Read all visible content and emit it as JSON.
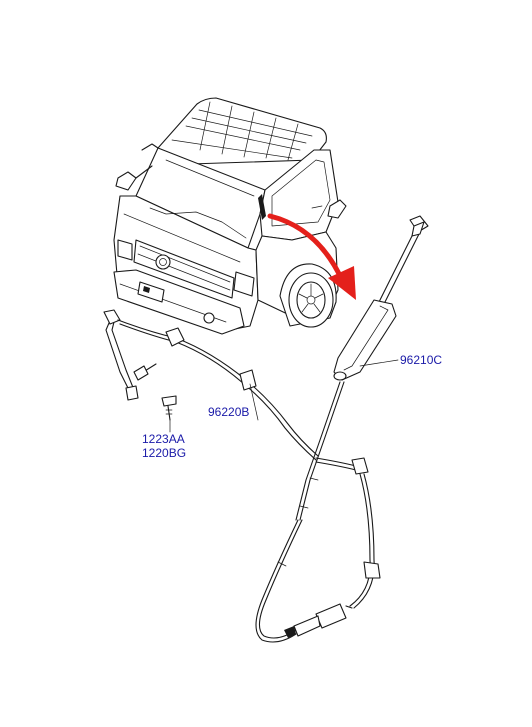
{
  "colors": {
    "label_text": "#1a1aa8",
    "arrow": "#e4201b",
    "line": "#1a1a1a"
  },
  "labels": {
    "washer_motor_pump": "96210C",
    "washer_hose": "96220B",
    "fastener_a": "1223AA",
    "fastener_b": "1220BG"
  }
}
